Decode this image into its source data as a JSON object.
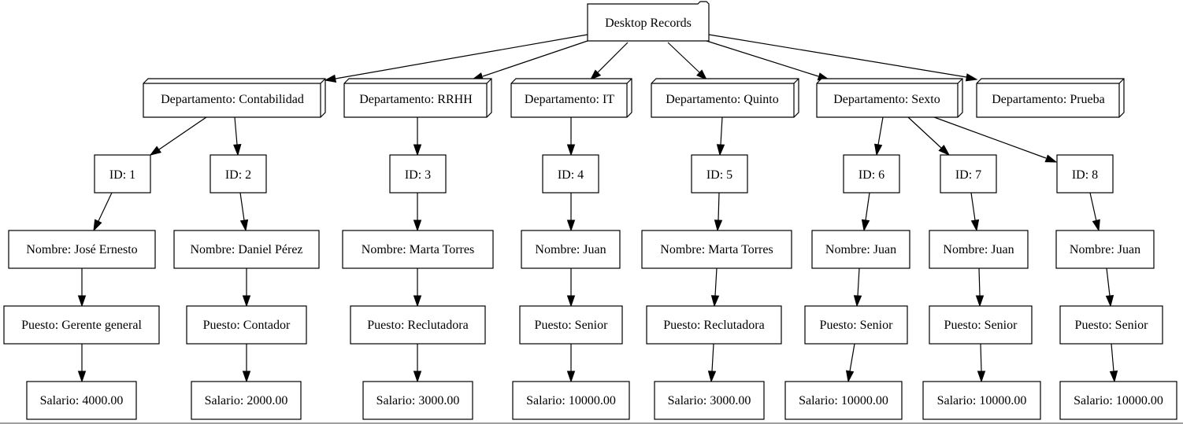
{
  "root": {
    "label": "Desktop Records"
  },
  "departments": [
    {
      "label": "Departamento: Contabilidad"
    },
    {
      "label": "Departamento: RRHH"
    },
    {
      "label": "Departamento: IT"
    },
    {
      "label": "Departamento: Quinto"
    },
    {
      "label": "Departamento: Sexto"
    },
    {
      "label": "Departamento: Prueba"
    }
  ],
  "employees": [
    {
      "id": "ID: 1",
      "nombre": "Nombre: José Ernesto",
      "puesto": "Puesto: Gerente general",
      "salario": "Salario: 4000.00"
    },
    {
      "id": "ID: 2",
      "nombre": "Nombre: Daniel Pérez",
      "puesto": "Puesto: Contador",
      "salario": "Salario: 2000.00"
    },
    {
      "id": "ID: 3",
      "nombre": "Nombre: Marta Torres",
      "puesto": "Puesto: Reclutadora",
      "salario": "Salario: 3000.00"
    },
    {
      "id": "ID: 4",
      "nombre": "Nombre: Juan",
      "puesto": "Puesto: Senior",
      "salario": "Salario: 10000.00"
    },
    {
      "id": "ID: 5",
      "nombre": "Nombre: Marta Torres",
      "puesto": "Puesto: Reclutadora",
      "salario": "Salario: 3000.00"
    },
    {
      "id": "ID: 6",
      "nombre": "Nombre: Juan",
      "puesto": "Puesto: Senior",
      "salario": "Salario: 10000.00"
    },
    {
      "id": "ID: 7",
      "nombre": "Nombre: Juan",
      "puesto": "Puesto: Senior",
      "salario": "Salario: 10000.00"
    },
    {
      "id": "ID: 8",
      "nombre": "Nombre: Juan",
      "puesto": "Puesto: Senior",
      "salario": "Salario: 10000.00"
    }
  ]
}
